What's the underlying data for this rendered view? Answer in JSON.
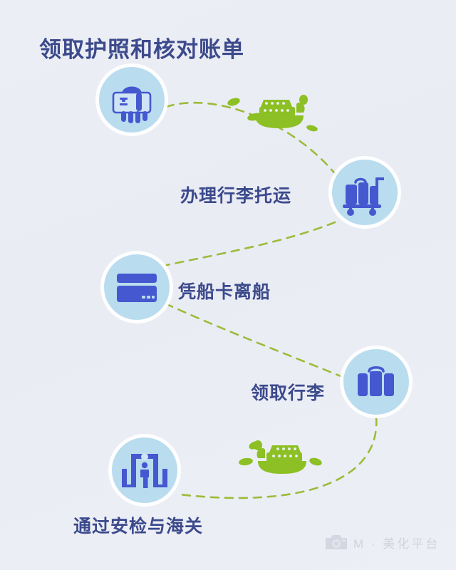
{
  "page": {
    "title": "领取护照和核对账单",
    "background_color": "#ebedf5",
    "accent_blue": "#4a5fd0",
    "accent_light_blue": "#b9dcef",
    "accent_green": "#8cc024",
    "text_color": "#3c4a8c"
  },
  "steps": [
    {
      "id": "passport",
      "icon": "hand-holding-passport-icon",
      "label": "领取护照和核对账单",
      "order": 1
    },
    {
      "id": "cart",
      "icon": "luggage-cart-icon",
      "label": "办理行李托运",
      "order": 2
    },
    {
      "id": "card",
      "icon": "ship-card-icon",
      "label": "凭船卡离船",
      "order": 3
    },
    {
      "id": "suitcase",
      "icon": "suitcase-icon",
      "label": "领取行李",
      "order": 4
    },
    {
      "id": "security",
      "icon": "security-scanner-icon",
      "label": "通过安检与海关",
      "order": 5
    }
  ],
  "decorations": {
    "ship_top": "cruise-ship-icon",
    "ship_bottom": "cruise-ship-icon",
    "path_style": "dashed",
    "path_color": "#9cbb3a"
  },
  "watermark": {
    "icon": "camera-icon",
    "text": "M · 美化平台"
  }
}
